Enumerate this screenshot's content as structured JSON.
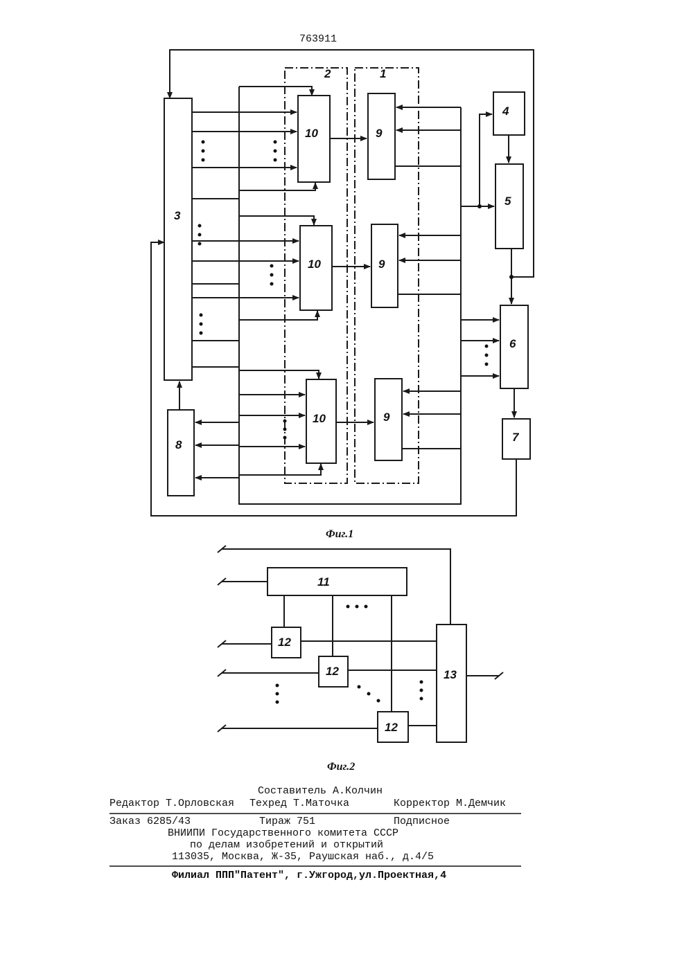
{
  "header": {
    "patent_number": "763911"
  },
  "figure1": {
    "caption": "Фиг.1",
    "regions": {
      "region_2": "2",
      "region_1": "1"
    },
    "blocks": {
      "b3": "3",
      "b4": "4",
      "b5": "5",
      "b6": "6",
      "b7": "7",
      "b8": "8",
      "b10": "10",
      "b9": "9"
    }
  },
  "figure2": {
    "caption": "Фиг.2",
    "blocks": {
      "b11": "11",
      "b12": "12",
      "b13": "13"
    }
  },
  "colophon": {
    "composer": "Составитель А.Колчин",
    "editor": "Редактор Т.Орловская",
    "techred": "Техред Т.Маточка",
    "corrector": "Корректор М.Демчик",
    "order": "Заказ 6285/43",
    "circulation": "Тираж 751",
    "subscription": "Подписное",
    "org_line1": "ВНИИПИ Государственного комитета СССР",
    "org_line2": "по делам изобретений и открытий",
    "org_line3": "113035, Москва, Ж-35, Раушская наб., д.4/5",
    "branch": "Филиал ППП\"Патент\", г.Ужгород,ул.Проектная,4"
  }
}
